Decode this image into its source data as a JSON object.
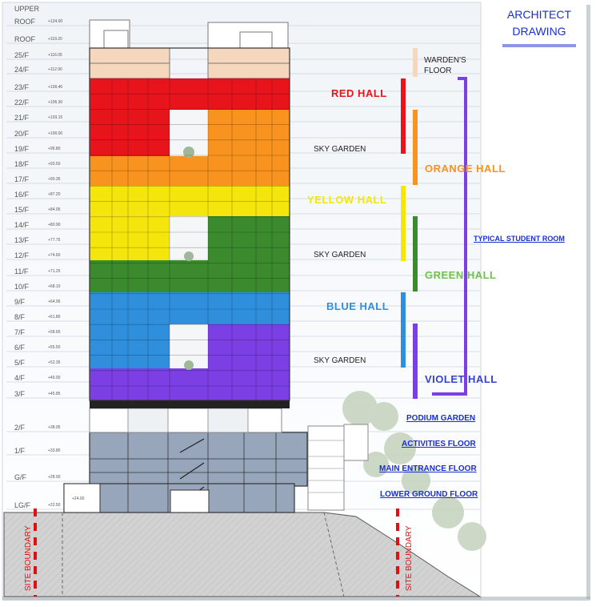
{
  "title": {
    "line1": "ARCHITECT",
    "line2": "DRAWING"
  },
  "floors": [
    {
      "label": "UPPER",
      "elev": ""
    },
    {
      "label": "ROOF",
      "elev": "+124.00"
    },
    {
      "label": "ROOF",
      "elev": "+119.20"
    },
    {
      "label": "25/F",
      "elev": "+116.05"
    },
    {
      "label": "24/F",
      "elev": "+112.90"
    },
    {
      "label": "23/F",
      "elev": "+109.40"
    },
    {
      "label": "22/F",
      "elev": "+106.30"
    },
    {
      "label": "21/F",
      "elev": "+103.15"
    },
    {
      "label": "20/F",
      "elev": "+100.00"
    },
    {
      "label": "19/F",
      "elev": "+96.80"
    },
    {
      "label": "18/F",
      "elev": "+93.50"
    },
    {
      "label": "17/F",
      "elev": "+90.35"
    },
    {
      "label": "16/F",
      "elev": "+87.20"
    },
    {
      "label": "15/F",
      "elev": "+84.05"
    },
    {
      "label": "14/F",
      "elev": "+80.90"
    },
    {
      "label": "13/F",
      "elev": "+77.75"
    },
    {
      "label": "12/F",
      "elev": "+74.60"
    },
    {
      "label": "11/F",
      "elev": "+71.25"
    },
    {
      "label": "10/F",
      "elev": "+68.10"
    },
    {
      "label": "9/F",
      "elev": "+64.95"
    },
    {
      "label": "8/F",
      "elev": "+61.80"
    },
    {
      "label": "7/F",
      "elev": "+58.65"
    },
    {
      "label": "6/F",
      "elev": "+55.50"
    },
    {
      "label": "5/F",
      "elev": "+52.35"
    },
    {
      "label": "4/F",
      "elev": "+49.00"
    },
    {
      "label": "3/F",
      "elev": "+45.85"
    },
    {
      "label": "2/F",
      "elev": "+38.95"
    },
    {
      "label": "1/F",
      "elev": "+33.80"
    },
    {
      "label": "G/F",
      "elev": "+28.00"
    },
    {
      "label": "LG/F",
      "elev": "+22.50"
    }
  ],
  "extra_elev": "+24.00",
  "halls": {
    "red": {
      "label": "RED HALL",
      "color": "#e8141c"
    },
    "orange": {
      "label": "ORANGE HALL",
      "color": "#f7931e"
    },
    "yellow": {
      "label": "YELLOW HALL",
      "color": "#f4e60c"
    },
    "green": {
      "label": "GREEN HALL",
      "color": "#3b8a2e"
    },
    "blue": {
      "label": "BLUE HALL",
      "color": "#2f8fdc"
    },
    "violet": {
      "label": "VIOLET HALL",
      "color": "#7b3fe4"
    }
  },
  "labels": {
    "warden1": "WARDEN'S",
    "warden2": "FLOOR",
    "sky_garden": "SKY GARDEN",
    "typical_room": "TYPICAL STUDENT ROOM",
    "podium_garden": "PODIUM GARDEN",
    "activities": "ACTIVITIES FLOOR",
    "main_entrance": "MAIN ENTRANCE FLOOR",
    "lower_ground": "LOWER GROUND FLOOR",
    "site_boundary": "SITE BOUNDARY"
  },
  "colors": {
    "link": "#1a2fd0",
    "bracket": "#7b3fe4",
    "site": "#e01010",
    "peach": "#f5d7bd"
  }
}
